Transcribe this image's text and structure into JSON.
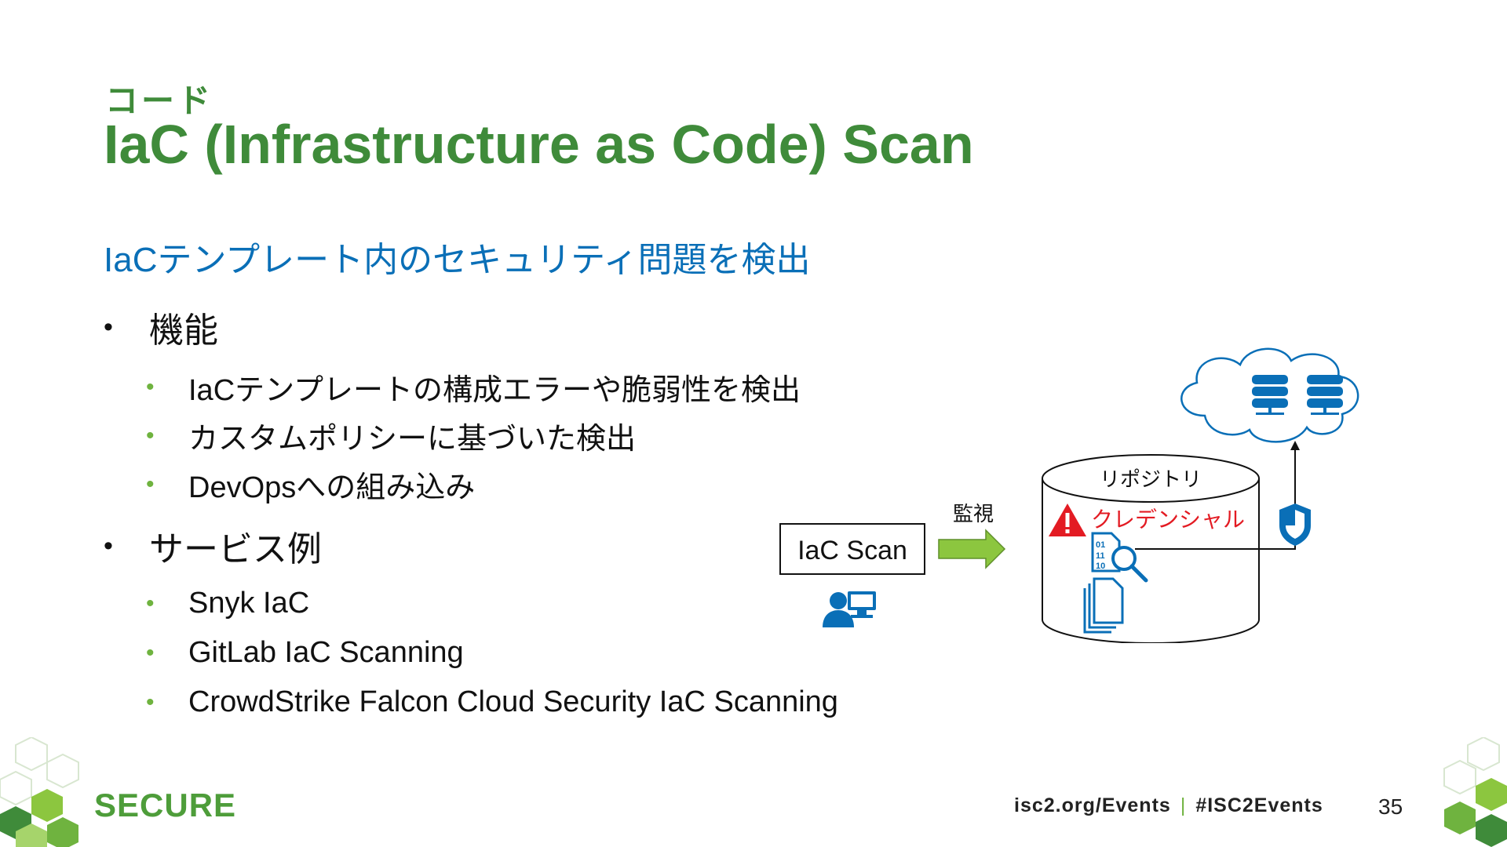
{
  "slide": {
    "supertitle": "コード",
    "title": "IaC (Infrastructure as Code) Scan",
    "subtitle": "IaCテンプレート内のセキュリティ問題を検出",
    "sections": [
      {
        "heading": "機能",
        "items": [
          "IaCテンプレートの構成エラーや脆弱性を検出",
          "カスタムポリシーに基づいた検出",
          "DevOpsへの組み込み"
        ]
      },
      {
        "heading": "サービス例",
        "items": [
          "Snyk IaC",
          "GitLab IaC Scanning",
          "CrowdStrike Falcon Cloud Security IaC Scanning"
        ]
      }
    ]
  },
  "diagram": {
    "scanner_label": "IaC Scan",
    "arrow_label": "監視",
    "repository_label": "リポジトリ",
    "alert_label": "クレデンシャル",
    "colors": {
      "accent_blue": "#0a6fb7",
      "arrow_green": "#8cc63f",
      "alert_red": "#e31b23"
    }
  },
  "footer": {
    "logo": "SECURE",
    "link": "isc2.org/Events",
    "separator": "|",
    "hashtag": "#ISC2Events",
    "page_number": "35"
  },
  "colors": {
    "title_green": "#3f8b3a",
    "subtitle_blue": "#0a6fb7",
    "bullet_green": "#6fb33f"
  }
}
